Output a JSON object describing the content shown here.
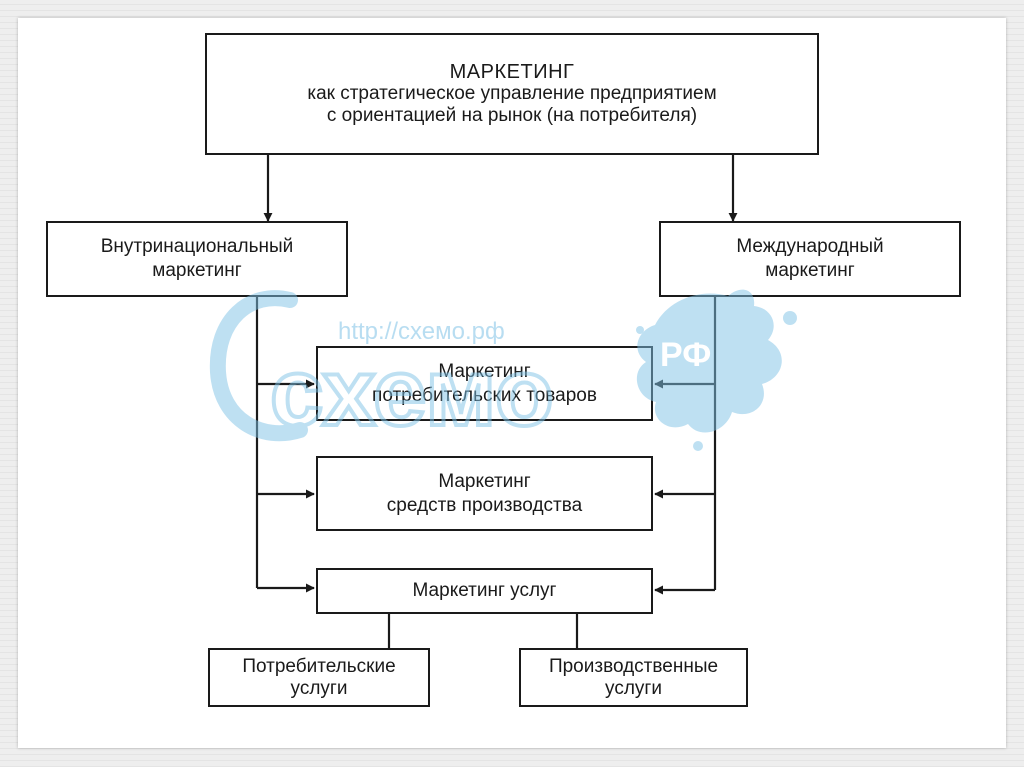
{
  "diagram": {
    "root": {
      "title": "МАРКЕТИНГ",
      "line2": "как стратегическое управление предприятием",
      "line3": "с ориентацией на рынок (на потребителя)"
    },
    "domestic": {
      "line1": "Внутринациональный",
      "line2": "маркетинг"
    },
    "international": {
      "line1": "Международный",
      "line2": "маркетинг"
    },
    "consumer_goods": {
      "line1": "Маркетинг",
      "line2": "потребительских товаров"
    },
    "production_means": {
      "line1": "Маркетинг",
      "line2": "средств производства"
    },
    "services": {
      "line1": "Маркетинг услуг"
    },
    "consumer_services": {
      "line1": "Потребительские",
      "line2": "услуги"
    },
    "production_services": {
      "line1": "Производственные",
      "line2": "услуги"
    }
  },
  "watermark": {
    "url": "http://схемо.рф",
    "logo": "схемо",
    "badge": "РФ",
    "color": "#7fc2e6"
  },
  "colors": {
    "line": "#1a1a1a",
    "background": "#ffffff"
  }
}
